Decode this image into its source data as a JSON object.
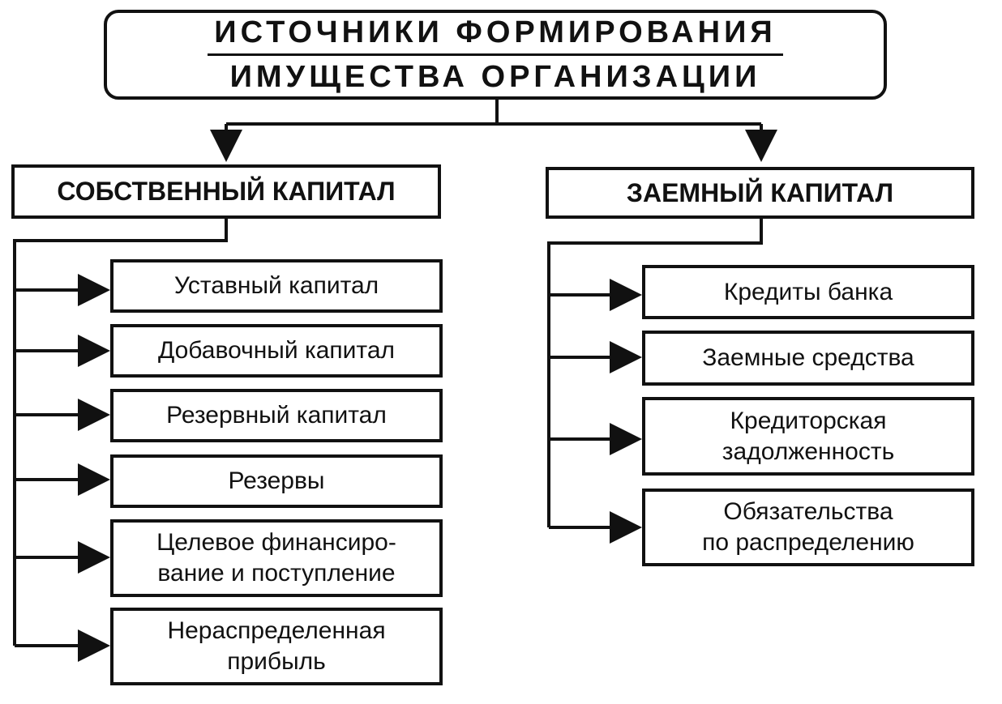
{
  "root": {
    "line1": "ИСТОЧНИКИ ФОРМИРОВАНИЯ",
    "line2": "ИМУЩЕСТВА ОРГАНИЗАЦИИ"
  },
  "own_capital": {
    "title": "СОБСТВЕННЫЙ КАПИТАЛ",
    "items": [
      {
        "lines": [
          "Уставный капитал"
        ]
      },
      {
        "lines": [
          "Добавочный капитал"
        ]
      },
      {
        "lines": [
          "Резервный капитал"
        ]
      },
      {
        "lines": [
          "Резервы"
        ]
      },
      {
        "lines": [
          "Целевое финансиро-",
          "вание и поступление"
        ]
      },
      {
        "lines": [
          "Нераспределенная",
          "прибыль"
        ]
      }
    ]
  },
  "borrowed_capital": {
    "title": "ЗАЕМНЫЙ КАПИТАЛ",
    "items": [
      {
        "lines": [
          "Кредиты банка"
        ]
      },
      {
        "lines": [
          "Заемные средства"
        ]
      },
      {
        "lines": [
          "Кредиторская",
          "задолженность"
        ]
      },
      {
        "lines": [
          "Обязательства",
          "по распределению"
        ]
      }
    ]
  }
}
